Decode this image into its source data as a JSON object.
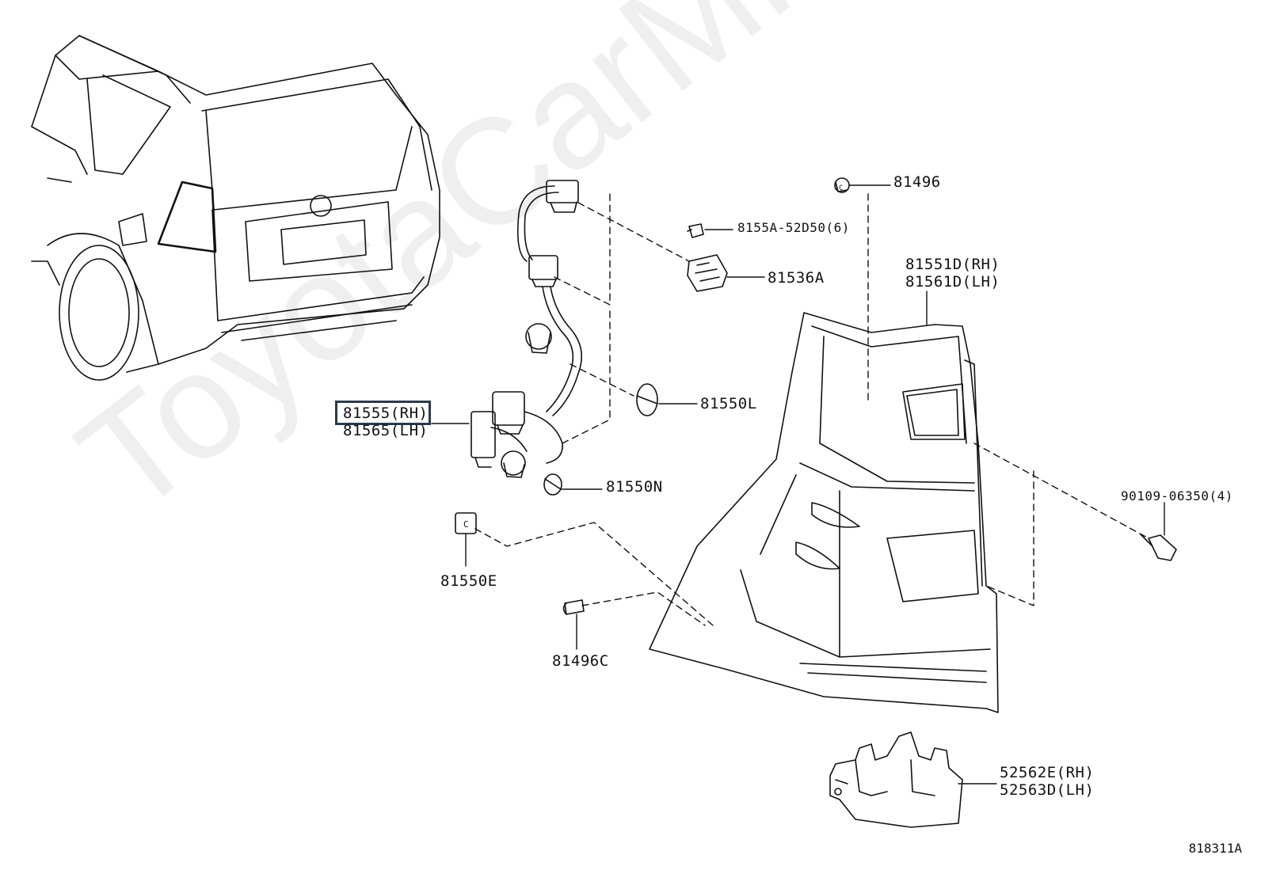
{
  "watermark": "ToyotaCarMine.ru",
  "reference_code": "818311A",
  "highlight_color": "#2b3a4a",
  "parts": [
    {
      "id": "p81496",
      "lines": [
        "81496"
      ]
    },
    {
      "id": "p8155a",
      "lines": [
        "8155A-52D50(6)"
      ]
    },
    {
      "id": "p81536a",
      "lines": [
        "81536A"
      ]
    },
    {
      "id": "p81551d",
      "lines": [
        "81551D(RH)",
        "81561D(LH)"
      ]
    },
    {
      "id": "p81555",
      "lines": [
        "81555(RH)",
        "81565(LH)"
      ],
      "highlighted_line": 0
    },
    {
      "id": "p81550l",
      "lines": [
        "81550L"
      ]
    },
    {
      "id": "p81550n",
      "lines": [
        "81550N"
      ]
    },
    {
      "id": "p90109",
      "lines": [
        "90109-06350(4)"
      ]
    },
    {
      "id": "p81550e",
      "lines": [
        "81550E"
      ]
    },
    {
      "id": "p81496c",
      "lines": [
        "81496C"
      ]
    },
    {
      "id": "p52562e",
      "lines": [
        "52562E(RH)",
        "52563D(LH)"
      ]
    }
  ]
}
